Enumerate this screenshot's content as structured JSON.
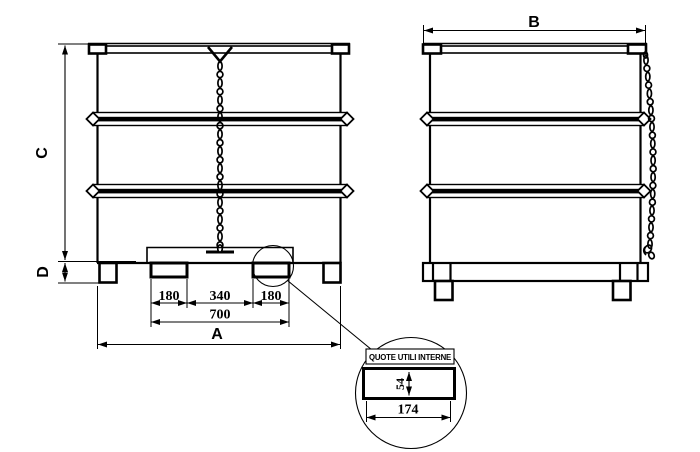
{
  "front_view": {
    "dim_c_label": "C",
    "dim_d_label": "D",
    "dim_a_label": "A",
    "dim_pocket_left": "180",
    "dim_between_pockets": "340",
    "dim_pocket_right": "180",
    "dim_pockets_overall": "700"
  },
  "side_view": {
    "dim_b_label": "B"
  },
  "detail_view": {
    "title": "QUOTE UTILI INTERNE",
    "pocket_inner_height": "54",
    "pocket_inner_width": "174"
  },
  "colors": {
    "line": "#000000",
    "background": "#ffffff"
  }
}
